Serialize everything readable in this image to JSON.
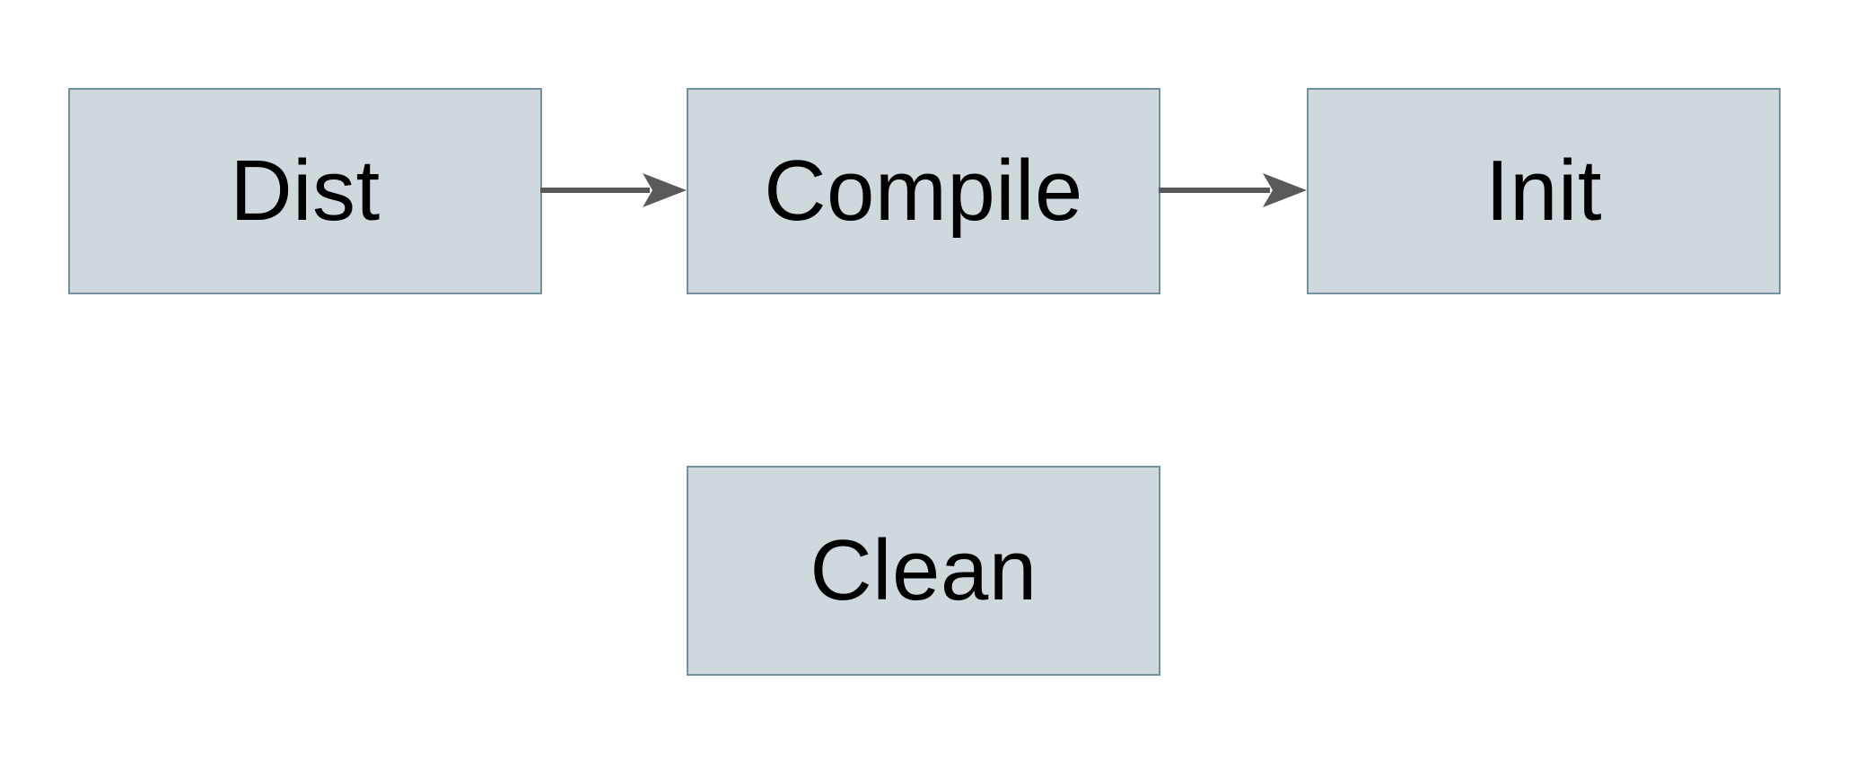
{
  "colors": {
    "background": "#ffffff",
    "node_fill": "#cfd8dc",
    "node_border": "#72909e",
    "arrow": "#595959",
    "text": "#000000"
  },
  "nodes": [
    {
      "id": "dist",
      "label": "Dist"
    },
    {
      "id": "compile",
      "label": "Compile"
    },
    {
      "id": "init",
      "label": "Init"
    },
    {
      "id": "clean",
      "label": "Clean"
    }
  ],
  "edges": [
    {
      "from": "Dist",
      "to": "Compile"
    },
    {
      "from": "Compile",
      "to": "Init"
    }
  ]
}
